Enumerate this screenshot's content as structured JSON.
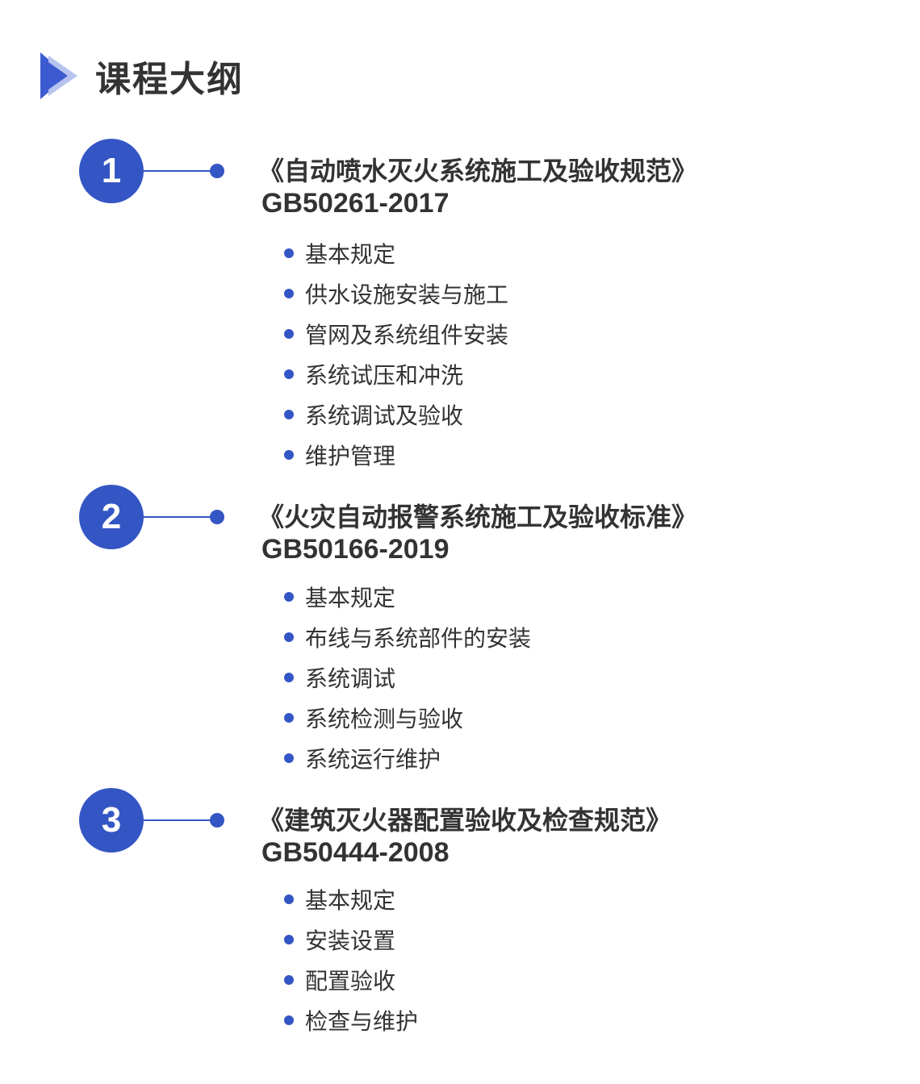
{
  "header": {
    "title": "课程大纲",
    "icon": "play-chevron-icon",
    "accent_color": "#3456c4"
  },
  "sections": [
    {
      "number": "1",
      "title": "《自动喷水灭火系统施工及验收规范》",
      "code": "GB50261-2017",
      "items": [
        "基本规定",
        "供水设施安装与施工",
        "管网及系统组件安装",
        "系统试压和冲洗",
        "系统调试及验收",
        "维护管理"
      ]
    },
    {
      "number": "2",
      "title": "《火灾自动报警系统施工及验收标准》",
      "code": "GB50166-2019",
      "items": [
        "基本规定",
        "布线与系统部件的安装",
        "系统调试",
        "系统检测与验收",
        "系统运行维护"
      ]
    },
    {
      "number": "3",
      "title": "《建筑灭火器配置验收及检查规范》",
      "code": "GB50444-2008",
      "items": [
        "基本规定",
        "安装设置",
        "配置验收",
        "检查与维护"
      ]
    }
  ]
}
